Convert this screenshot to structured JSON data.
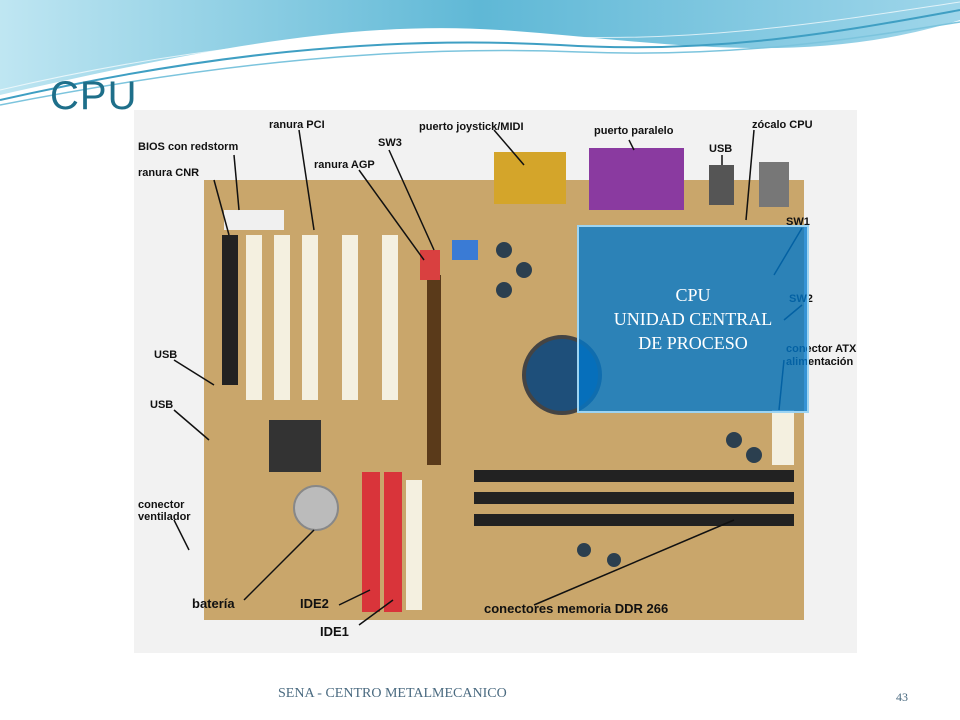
{
  "slide": {
    "title": "CPU",
    "footer": "SENA - CENTRO METALMECANICO",
    "page_number": "43"
  },
  "callout": {
    "line1": "CPU",
    "line2": "UNIDAD CENTRAL",
    "line3": "DE PROCESO"
  },
  "photo_labels": {
    "bios": "BIOS con redstorm",
    "pci": "ranura PCI",
    "sw3": "SW3",
    "joystick": "puerto joystick/MIDI",
    "paralelo": "puerto paralelo",
    "zocalo": "zócalo CPU",
    "usb_top": "USB",
    "cnr": "ranura CNR",
    "agp": "ranura AGP",
    "sw1": "SW1",
    "sw2": "SW2",
    "atx_line1": "conector ATX",
    "atx_line2": "alimentación",
    "usb_left1": "USB",
    "usb_left2": "USB",
    "ventilador_line1": "conector",
    "ventilador_line2": "ventilador",
    "bateria": "batería",
    "ide2": "IDE2",
    "ide1": "IDE1",
    "ddr": "conectores memoria DDR 266"
  },
  "colors": {
    "title": "#1e6f8a",
    "callout_bg": "#0078cd",
    "board": "#c9a66b"
  }
}
